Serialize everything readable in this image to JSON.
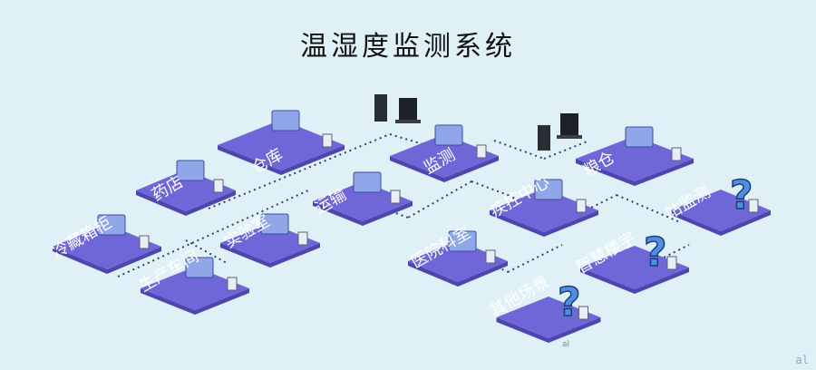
{
  "title": "温湿度监测系统",
  "watermark": "al",
  "colors": {
    "background": "#dff1f7",
    "tile": "#6f66d8",
    "tile_side": "#4d46ae",
    "connector": "#34406a",
    "device": "#2b2d34"
  },
  "scenes": [
    {
      "id": "cold-storage",
      "label": "冷藏箱柜",
      "icon": "fridge-icon"
    },
    {
      "id": "pharmacy",
      "label": "药店",
      "icon": "storefront-icon"
    },
    {
      "id": "warehouse",
      "label": "仓库",
      "icon": "warehouse-icon"
    },
    {
      "id": "laboratory",
      "label": "实验室",
      "icon": "lab-people-icon"
    },
    {
      "id": "workshop",
      "label": "生产车间",
      "icon": "factory-icon"
    },
    {
      "id": "transport",
      "label": "运输",
      "icon": "truck-icon"
    },
    {
      "id": "monitoring",
      "label": "监测",
      "icon": "workstation-icon"
    },
    {
      "id": "cdc",
      "label": "疾控中心",
      "icon": "lab-bench-icon"
    },
    {
      "id": "granary",
      "label": "粮仓",
      "icon": "granary-icon"
    },
    {
      "id": "base-station",
      "label": "站监测",
      "icon": "question-mark-icon"
    },
    {
      "id": "hospital",
      "label": "医院科室",
      "icon": "hospital-icon"
    },
    {
      "id": "smart-building",
      "label": "智慧楼宇",
      "icon": "question-mark-icon"
    },
    {
      "id": "other",
      "label": "其他场景",
      "icon": "question-mark-icon"
    }
  ]
}
